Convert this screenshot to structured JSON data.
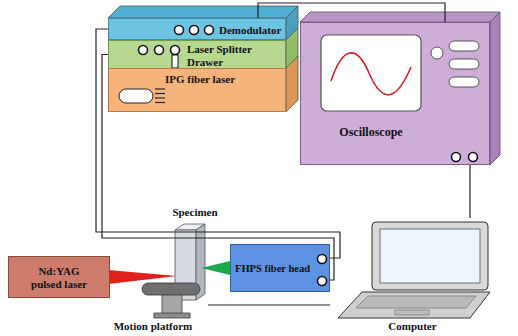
{
  "diagram": {
    "nodes": [
      {
        "text": [
          "Demodulator"
        ]
      },
      {
        "text": [
          "Laser Splitter Drawer"
        ]
      },
      {
        "text": [
          "IPG fiber laser"
        ]
      },
      {
        "text": [
          "Oscilloscope"
        ]
      },
      {
        "text": [
          "Nd:YAG pulsed laser"
        ]
      },
      {
        "text": [
          "Specimen"
        ]
      },
      {
        "text": [
          "FHPS fiber head"
        ]
      },
      {
        "text": [
          "Motion platform"
        ]
      },
      {
        "text": [
          "Computer"
        ]
      }
    ],
    "edges": [
      {
        "from": 0,
        "to": 3,
        "arrow": "none"
      },
      {
        "from": 0,
        "to": 6,
        "arrow": "none"
      },
      {
        "from": 1,
        "to": 6,
        "arrow": "none"
      },
      {
        "from": 3,
        "to": 8,
        "arrow": "none"
      },
      {
        "from": 8,
        "to": 7,
        "arrow": "none"
      }
    ]
  }
}
